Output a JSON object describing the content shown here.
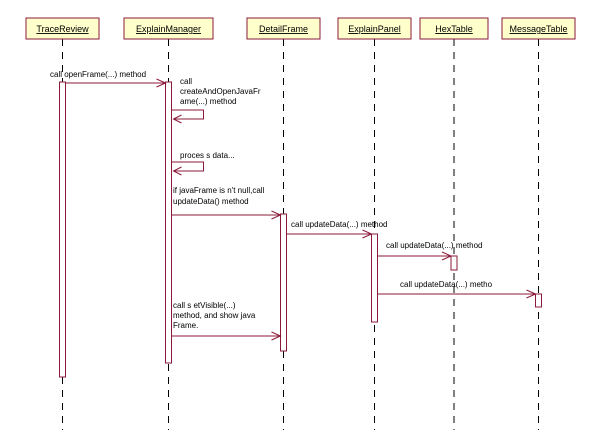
{
  "participants": [
    {
      "id": "p0",
      "label": "TraceReview"
    },
    {
      "id": "p1",
      "label": "ExplainManager"
    },
    {
      "id": "p2",
      "label": "DetailFrame"
    },
    {
      "id": "p3",
      "label": "ExplainPanel"
    },
    {
      "id": "p4",
      "label": "HexTable"
    },
    {
      "id": "p5",
      "label": "MessageTable"
    }
  ],
  "messages": [
    {
      "from": 0,
      "to": 1,
      "lines": [
        "call openFrame(...) method"
      ]
    },
    {
      "from": 1,
      "to": 1,
      "lines": [
        "call",
        "createAndOpenJavaFr",
        "ame(...) method"
      ]
    },
    {
      "from": 1,
      "to": 1,
      "lines": [
        "proces s  data..."
      ]
    },
    {
      "from": 1,
      "to": 2,
      "lines": [
        "if javaFrame is n't null,call",
        "updateData() method"
      ]
    },
    {
      "from": 2,
      "to": 3,
      "lines": [
        "call updateData(...) method"
      ]
    },
    {
      "from": 3,
      "to": 4,
      "lines": [
        "call updateData(...) method"
      ]
    },
    {
      "from": 3,
      "to": 5,
      "lines": [
        "call updateData(...) metho"
      ]
    },
    {
      "from": 1,
      "to": 2,
      "lines": [
        "call s etVisible(...)",
        "method, and show java",
        "Frame."
      ]
    }
  ]
}
